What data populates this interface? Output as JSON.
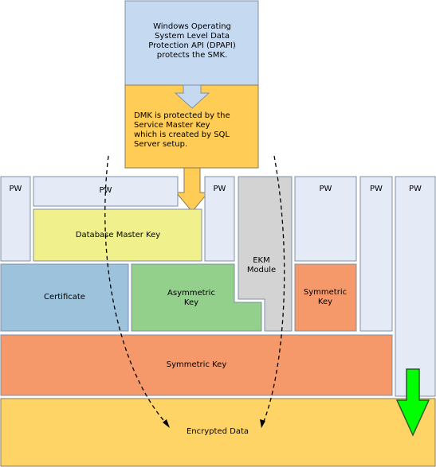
{
  "windows_dpapi": "Windows Operating System Level Data Protection API (DPAPI) protects the SMK.",
  "dmk_protection": "DMK is protected by the Service Master Key which is created by SQL Server setup.",
  "pw": "PW",
  "database_master_key": "Database Master Key",
  "certificate": "Certificate",
  "asymmetric_key": "Asymmetric Key",
  "ekm_module": "EKM Module",
  "symmetric_key_small": "Symmetric Key",
  "symmetric_key_wide": "Symmetric Key",
  "encrypted_data": "Encrypted Data",
  "colors": {
    "blue_light": "#c5d9f1",
    "orange": "#ffcc66",
    "pw_fill": "#e4ebf7",
    "yellow": "#f0f08c",
    "cert_blue": "#9dc3dc",
    "green": "#92d08c",
    "gray": "#d3d3d3",
    "salmon": "#f6996a",
    "arrow_green": "#00ff00"
  }
}
